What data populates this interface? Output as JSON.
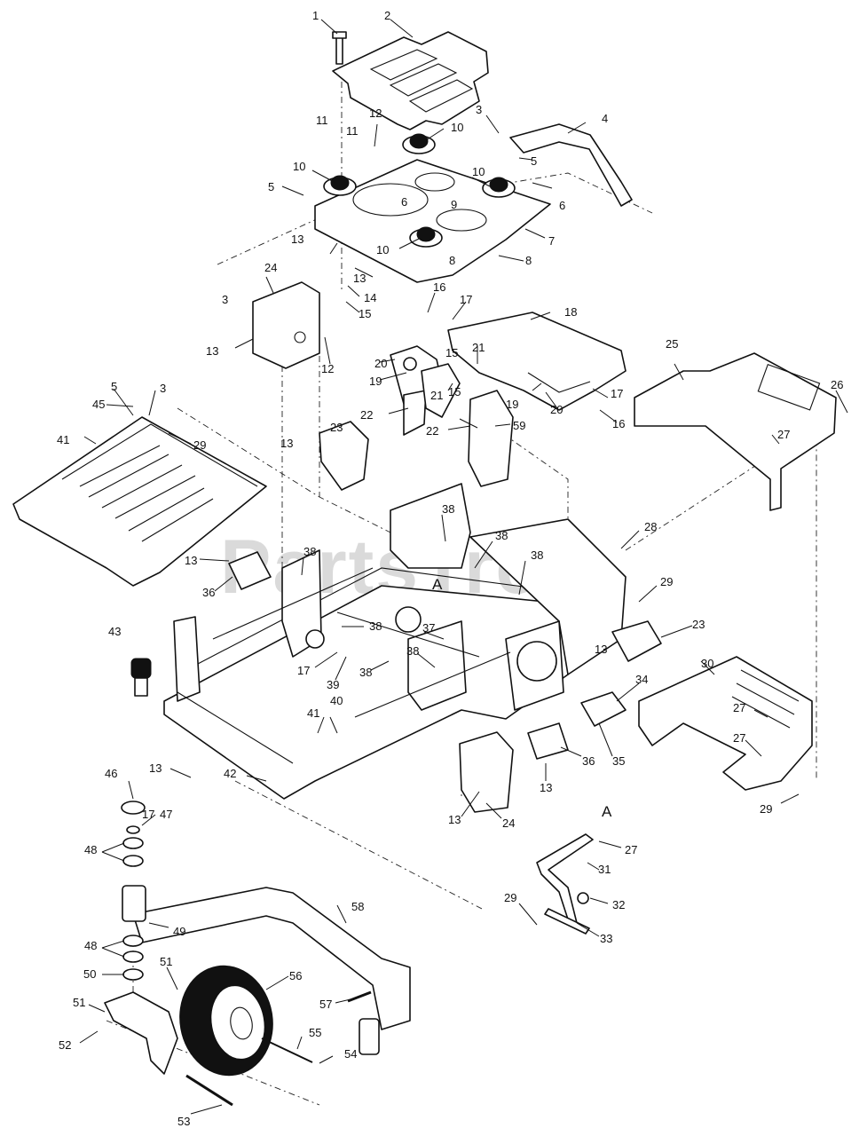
{
  "watermark": "PartsTree",
  "reference_labels": [
    {
      "id": "ref-a-frame",
      "text": "A"
    },
    {
      "id": "ref-a-lever",
      "text": "A"
    }
  ],
  "callouts": [
    {
      "n": "1"
    },
    {
      "n": "2"
    },
    {
      "n": "3"
    },
    {
      "n": "4"
    },
    {
      "n": "5"
    },
    {
      "n": "6"
    },
    {
      "n": "7"
    },
    {
      "n": "8"
    },
    {
      "n": "9"
    },
    {
      "n": "10"
    },
    {
      "n": "11"
    },
    {
      "n": "12"
    },
    {
      "n": "13"
    },
    {
      "n": "14"
    },
    {
      "n": "15"
    },
    {
      "n": "16"
    },
    {
      "n": "17"
    },
    {
      "n": "18"
    },
    {
      "n": "19"
    },
    {
      "n": "20"
    },
    {
      "n": "21"
    },
    {
      "n": "22"
    },
    {
      "n": "23"
    },
    {
      "n": "24"
    },
    {
      "n": "25"
    },
    {
      "n": "26"
    },
    {
      "n": "27"
    },
    {
      "n": "28"
    },
    {
      "n": "29"
    },
    {
      "n": "30"
    },
    {
      "n": "31"
    },
    {
      "n": "32"
    },
    {
      "n": "33"
    },
    {
      "n": "34"
    },
    {
      "n": "35"
    },
    {
      "n": "36"
    },
    {
      "n": "37"
    },
    {
      "n": "38"
    },
    {
      "n": "39"
    },
    {
      "n": "40"
    },
    {
      "n": "41"
    },
    {
      "n": "42"
    },
    {
      "n": "43"
    },
    {
      "n": "45"
    },
    {
      "n": "46"
    },
    {
      "n": "47"
    },
    {
      "n": "48"
    },
    {
      "n": "49"
    },
    {
      "n": "50"
    },
    {
      "n": "51"
    },
    {
      "n": "52"
    },
    {
      "n": "53"
    },
    {
      "n": "54"
    },
    {
      "n": "55"
    },
    {
      "n": "56"
    },
    {
      "n": "57"
    },
    {
      "n": "58"
    },
    {
      "n": "59"
    }
  ]
}
